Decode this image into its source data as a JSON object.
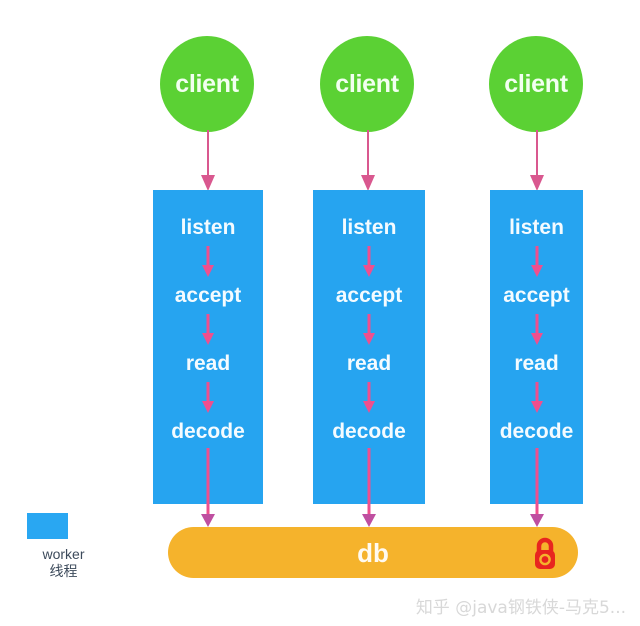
{
  "diagram": {
    "background_color": "#ffffff",
    "colors": {
      "client_green": "#5bd134",
      "worker_blue": "#26a4f0",
      "db_orange": "#f5b32c",
      "arrow_pink": "#e8538f",
      "lock_red": "#e8251f",
      "legend_text": "#3c4a5b",
      "watermark": "#d8d8d8"
    },
    "clients": [
      {
        "label": "client"
      },
      {
        "label": "client"
      },
      {
        "label": "client"
      }
    ],
    "workers": [
      {
        "stages": [
          "listen",
          "accept",
          "read",
          "decode"
        ]
      },
      {
        "stages": [
          "listen",
          "accept",
          "read",
          "decode"
        ]
      },
      {
        "stages": [
          "listen",
          "accept",
          "read",
          "decode"
        ]
      }
    ],
    "database": {
      "label": "db",
      "lock_icon": "lock-icon"
    },
    "legend": {
      "swatch_color": "#29a7f2",
      "line1": "worker",
      "line2": "线程"
    },
    "watermark": "知乎 @java钢铁侠-马克5..."
  }
}
